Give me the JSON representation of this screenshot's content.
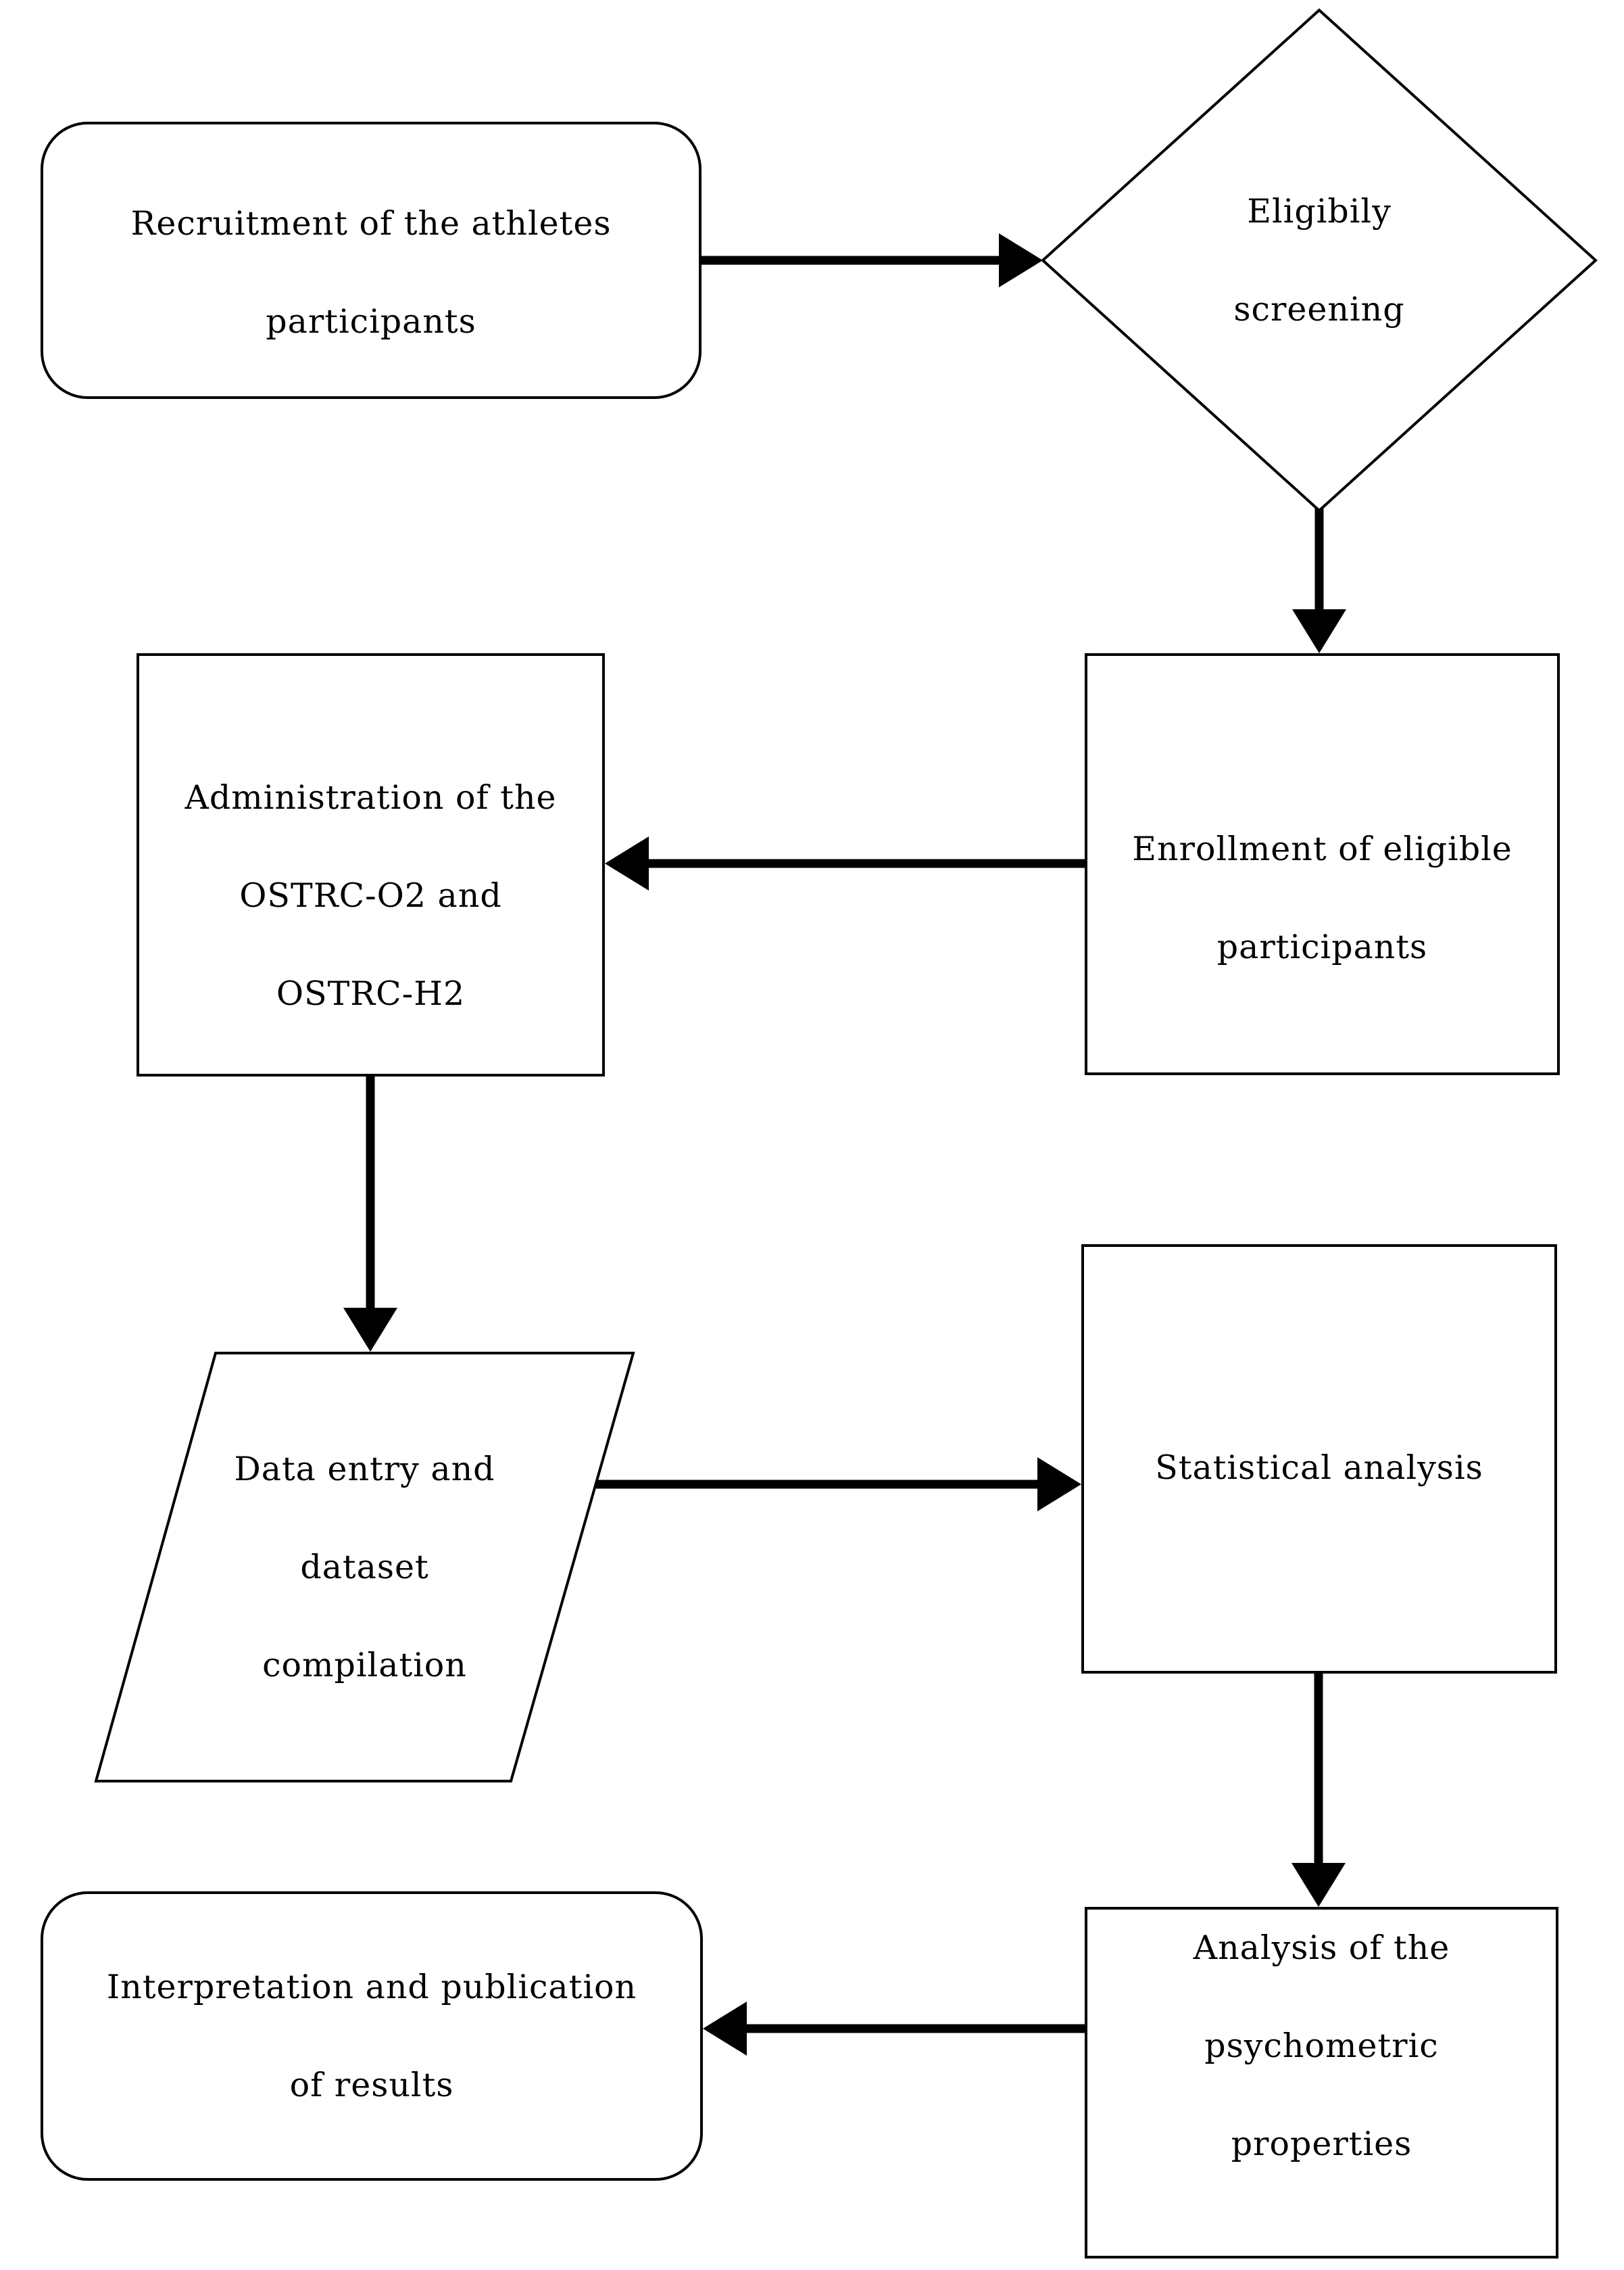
{
  "figure": {
    "type": "flowchart",
    "background_color": "#ffffff",
    "line_color": "#000000",
    "fill_color": "#ffffff"
  },
  "nodes": {
    "recruitment": {
      "shape": "rounded-rectangle",
      "lines": [
        "Recruitment of the athletes",
        "participants"
      ]
    },
    "eligibility": {
      "shape": "diamond",
      "lines": [
        "Eligibily",
        "screening"
      ]
    },
    "administration": {
      "shape": "rectangle",
      "lines": [
        "Administration of the",
        "OSTRC-O2 and",
        "OSTRC-H2"
      ]
    },
    "enrollment": {
      "shape": "rectangle",
      "lines": [
        "Enrollment of eligible",
        "participants"
      ]
    },
    "data_entry": {
      "shape": "parallelogram",
      "lines": [
        "Data entry and",
        "dataset",
        "compilation"
      ]
    },
    "statistical": {
      "shape": "rectangle",
      "lines": [
        "Statistical analysis"
      ]
    },
    "psychometric": {
      "shape": "rectangle",
      "lines": [
        "Analysis of the",
        "psychometric",
        "properties"
      ]
    },
    "interpretation": {
      "shape": "rounded-rectangle",
      "lines": [
        "Interpretation and publication",
        "of results"
      ]
    }
  },
  "edges": [
    {
      "from": "recruitment",
      "to": "eligibility",
      "direction": "right"
    },
    {
      "from": "eligibility",
      "to": "enrollment",
      "direction": "down"
    },
    {
      "from": "enrollment",
      "to": "administration",
      "direction": "left"
    },
    {
      "from": "administration",
      "to": "data_entry",
      "direction": "down"
    },
    {
      "from": "data_entry",
      "to": "statistical",
      "direction": "right"
    },
    {
      "from": "statistical",
      "to": "psychometric",
      "direction": "down"
    },
    {
      "from": "psychometric",
      "to": "interpretation",
      "direction": "left"
    }
  ]
}
